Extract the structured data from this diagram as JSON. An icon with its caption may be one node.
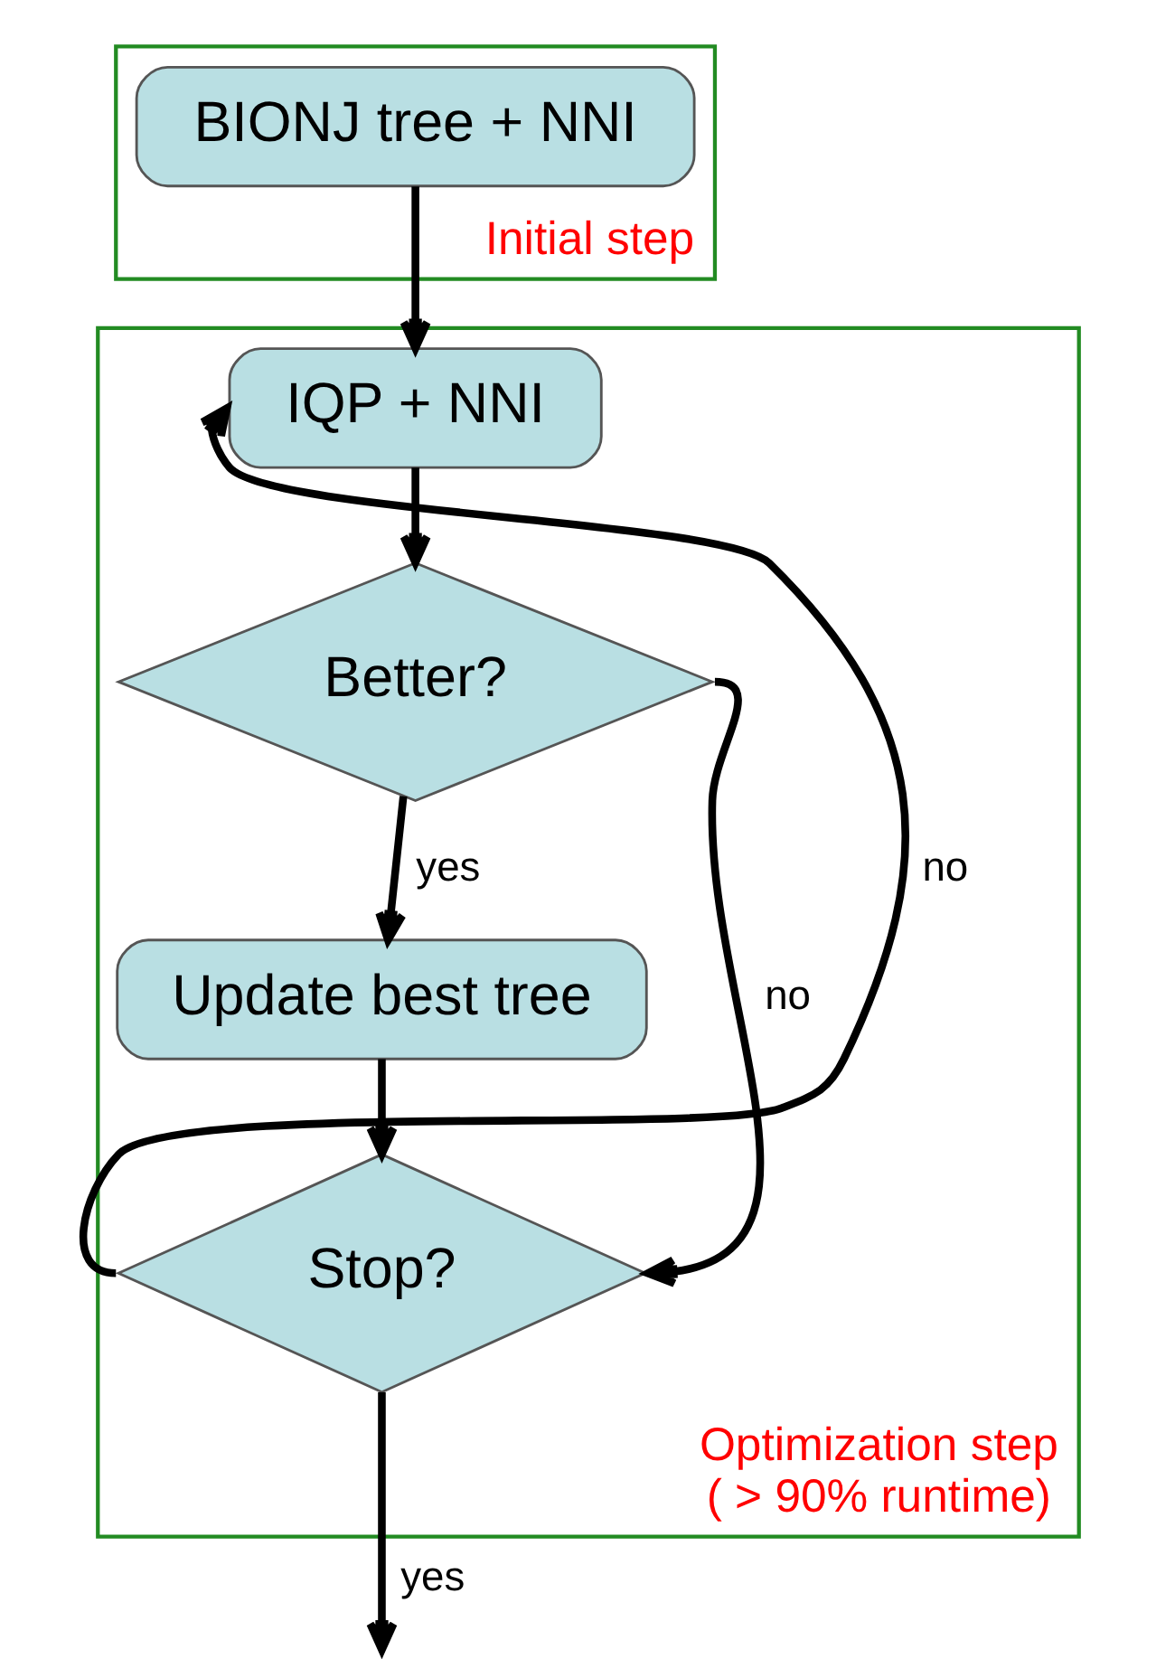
{
  "diagram": {
    "nodes": [
      {
        "text": [
          "Initial step"
        ]
      },
      {
        "text": [
          "BIONJ tree + NNI"
        ],
        "in": 0
      },
      {
        "text": [
          "Optimization step ( > 90% runtime)"
        ]
      },
      {
        "text": [
          "IQP + NNI"
        ],
        "in": 2
      },
      {
        "text": [
          "Better?"
        ],
        "in": 2
      },
      {
        "text": [
          "Update best tree"
        ],
        "in": 2
      },
      {
        "text": [
          "Stop?"
        ],
        "in": 2
      }
    ],
    "edges": [
      {
        "from": 1,
        "to": 3,
        "arrow": "to"
      },
      {
        "from": 3,
        "to": 4,
        "arrow": "to"
      },
      {
        "from": 4,
        "to": 5,
        "label": "yes",
        "arrow": "to"
      },
      {
        "from": 4,
        "to": 6,
        "label": "no",
        "arrow": "to"
      },
      {
        "from": 5,
        "to": 6,
        "arrow": "to"
      },
      {
        "from": 6,
        "to": 3,
        "label": "no",
        "arrow": "to"
      },
      {
        "from": 6,
        "to": null,
        "label": "yes",
        "arrow": "to"
      }
    ]
  }
}
